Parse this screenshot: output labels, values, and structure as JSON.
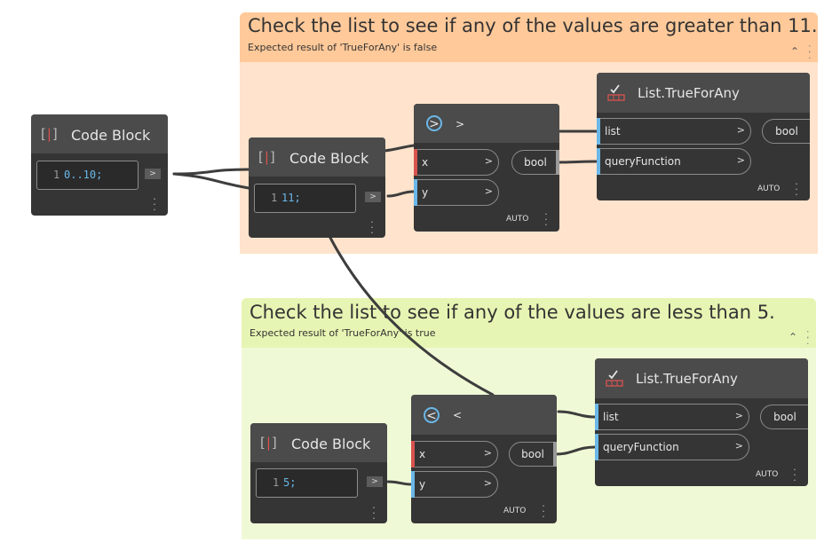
{
  "groups": [
    {
      "title": "Check the list to see if any of the values are greater than 11.",
      "description": "Expected result of 'TrueForAny' is false",
      "header_color": "#ffc999",
      "body_color": "#ffe3cc"
    },
    {
      "title": "Check the list to see if any of the values are less than 5.",
      "description": "Expected result of 'TrueForAny' is true",
      "header_color": "#e6f5b3",
      "body_color": "#f0f9d6"
    }
  ],
  "code_blocks": [
    {
      "title": "Code Block",
      "line_number": "1",
      "code": "0..10;"
    },
    {
      "title": "Code Block",
      "line_number": "1",
      "code": "11;"
    },
    {
      "title": "Code Block",
      "line_number": "1",
      "code": "5;"
    }
  ],
  "compare_nodes": [
    {
      "symbol": ">",
      "name": ">",
      "inputs": [
        "x",
        "y"
      ],
      "output": "bool",
      "lacing": "AUTO"
    },
    {
      "symbol": "<",
      "name": "<",
      "inputs": [
        "x",
        "y"
      ],
      "output": "bool",
      "lacing": "AUTO"
    }
  ],
  "true_for_any_nodes": [
    {
      "title": "List.TrueForAny",
      "inputs": [
        "list",
        "queryFunction"
      ],
      "output": "bool",
      "lacing": "AUTO"
    },
    {
      "title": "List.TrueForAny",
      "inputs": [
        "list",
        "queryFunction"
      ],
      "output": "bool",
      "lacing": "AUTO"
    }
  ],
  "output_arrow": ">",
  "port_chevron": ">",
  "icons": {
    "code_block": "code-block-icon",
    "greater_than": "greater-than-icon",
    "less_than": "less-than-icon",
    "list": "list-check-icon",
    "collapse": "chevron-up-icon",
    "node_menu": "vertical-dots-icon"
  },
  "colors": {
    "node_body": "#353535",
    "node_header": "#4b4b4b",
    "wire": "#3d3d3d",
    "port_red": "#d9534f",
    "port_blue": "#6ab7e8"
  }
}
